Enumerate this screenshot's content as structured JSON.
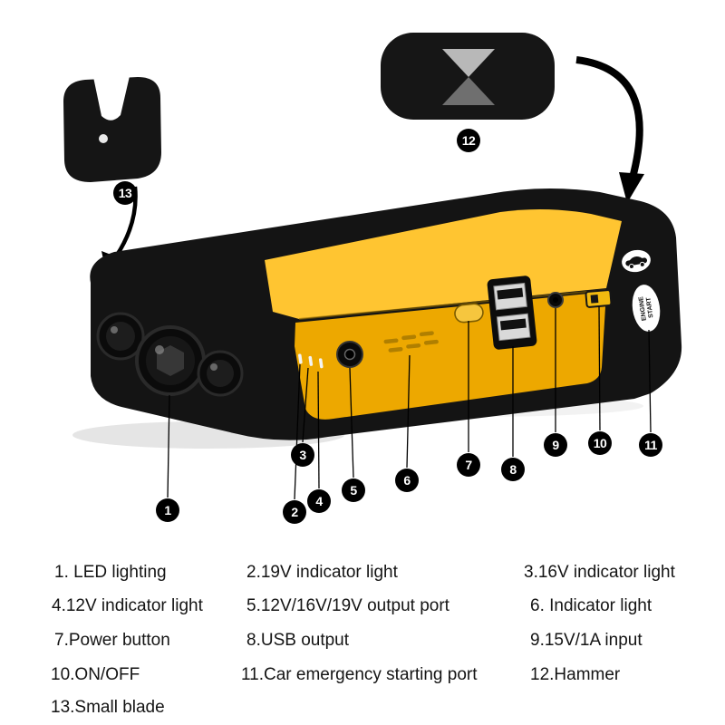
{
  "callouts": [
    "1",
    "2",
    "3",
    "4",
    "5",
    "6",
    "7",
    "8",
    "9",
    "10",
    "11",
    "12",
    "13"
  ],
  "legend": {
    "items": [
      {
        "text": "1. LED lighting"
      },
      {
        "text": "2.19V indicator light"
      },
      {
        "text": "3.16V indicator light"
      },
      {
        "text": "4.12V indicator light"
      },
      {
        "text": "5.12V/16V/19V output port"
      },
      {
        "text": "6. Indicator light"
      },
      {
        "text": "7.Power button"
      },
      {
        "text": "8.USB output"
      },
      {
        "text": "9.15V/1A input"
      },
      {
        "text": "10.ON/OFF"
      },
      {
        "text": "11.Car emergency starting port"
      },
      {
        "text": "12.Hammer"
      },
      {
        "text": "13.Small blade"
      }
    ]
  },
  "device": {
    "engine_start": {
      "line1": "ENGINE",
      "line2": "START"
    }
  },
  "colors": {
    "body_yellow_top": "#ffc531",
    "body_yellow_front": "#eda800",
    "body_black": "#141414",
    "callout_bg": "#000000",
    "callout_text": "#ffffff",
    "background": "#ffffff"
  }
}
